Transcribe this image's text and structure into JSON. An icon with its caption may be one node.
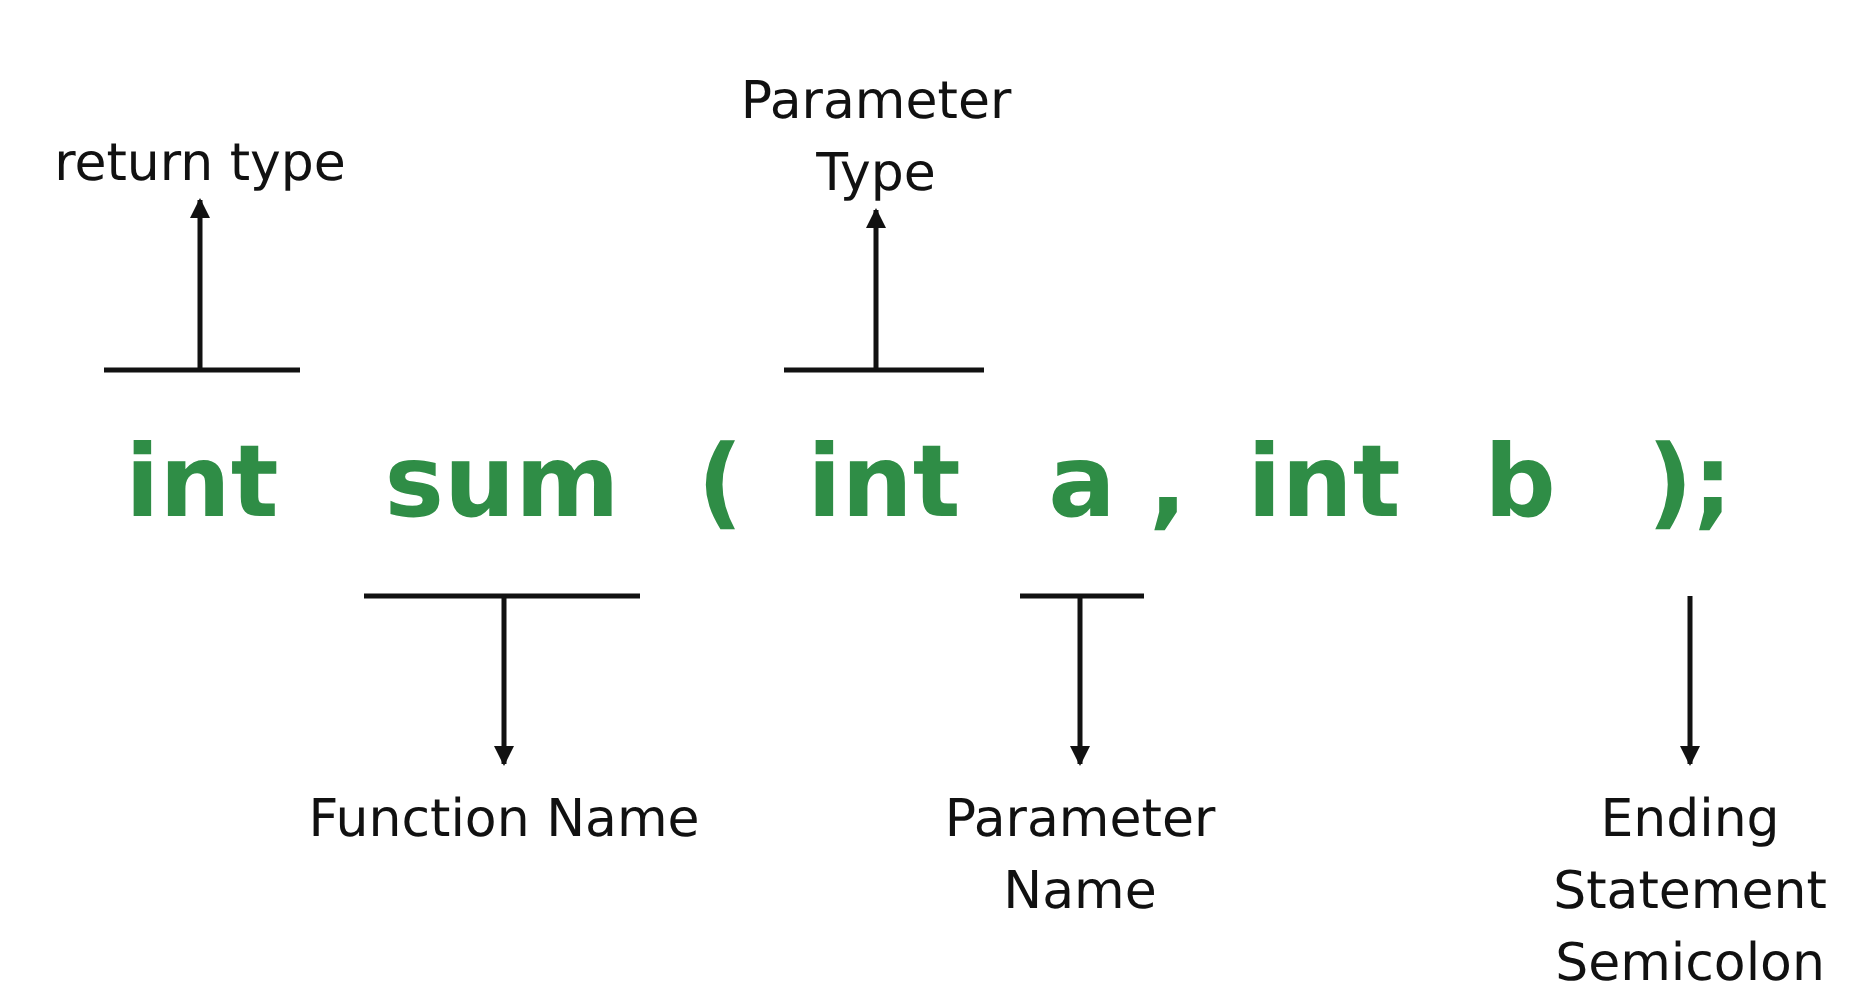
{
  "diagram": {
    "nodes": [
      {
        "text": [
          "return type"
        ]
      },
      {
        "text": [
          "Parameter Type"
        ]
      },
      {
        "text": [
          "int"
        ]
      },
      {
        "text": [
          "sum"
        ]
      },
      {
        "text": [
          "int"
        ]
      },
      {
        "text": [
          "a"
        ]
      },
      {
        "text": [
          ");"
        ]
      },
      {
        "text": [
          "Function Name"
        ]
      },
      {
        "text": [
          "Parameter Name"
        ]
      },
      {
        "text": [
          "Ending Statement Semicolon"
        ]
      }
    ],
    "edges": [
      {
        "from": 2,
        "to": 0,
        "arrow": "to"
      },
      {
        "from": 4,
        "to": 1,
        "arrow": "to"
      },
      {
        "from": 3,
        "to": 7,
        "arrow": "to"
      },
      {
        "from": 5,
        "to": 8,
        "arrow": "to"
      },
      {
        "from": 6,
        "to": 9,
        "arrow": "to"
      }
    ],
    "labels": [
      "(",
      ",",
      "int",
      "b"
    ]
  }
}
